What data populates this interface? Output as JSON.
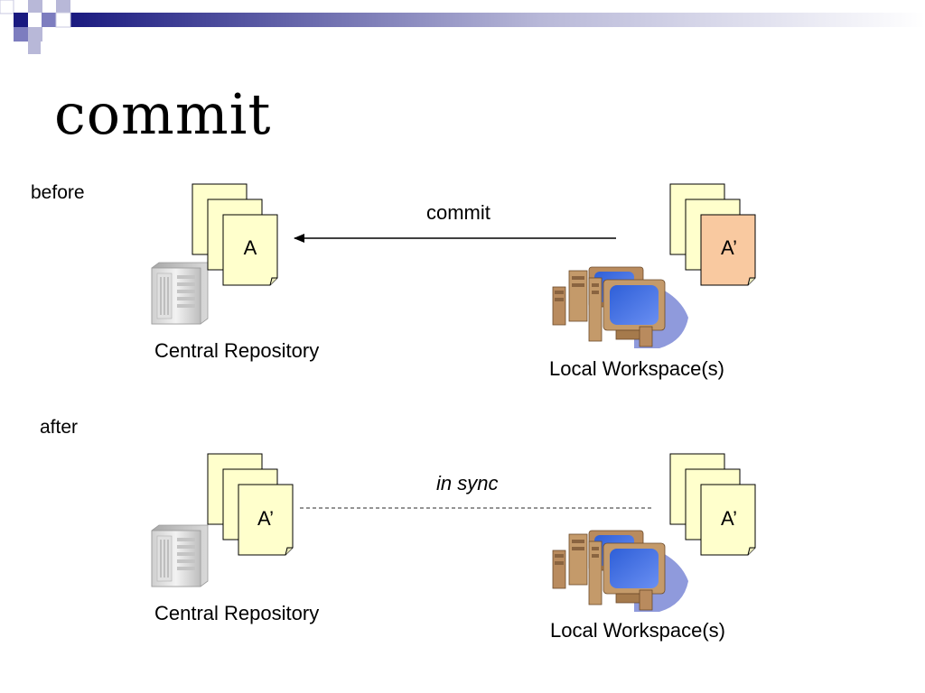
{
  "slide": {
    "title": "commit",
    "accent_colors": [
      "#1a1a80",
      "#7d7dbf",
      "#ffffff"
    ]
  },
  "before": {
    "section_label": "before",
    "repository": {
      "label": "Central Repository",
      "file_label": "A",
      "icon": "server-tower-icon"
    },
    "workspace": {
      "label": "Local Workspace(s)",
      "file_label": "A’",
      "modified_color": "#f9c9a0",
      "icon": "desktop-computers-icon"
    },
    "edge": {
      "label": "commit",
      "style": "arrow"
    }
  },
  "after": {
    "section_label": "after",
    "repository": {
      "label": "Central Repository",
      "file_label": "A’",
      "icon": "server-tower-icon"
    },
    "workspace": {
      "label": "Local Workspace(s)",
      "file_label": "A’",
      "icon": "desktop-computers-icon"
    },
    "edge": {
      "label": "in sync",
      "style": "dashed"
    }
  }
}
